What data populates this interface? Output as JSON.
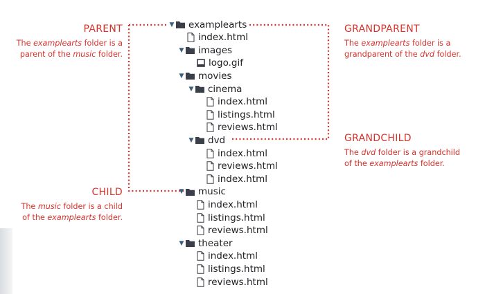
{
  "tree": [
    {
      "name": "examplearts",
      "type": "folder",
      "depth": 0
    },
    {
      "name": "index.html",
      "type": "file",
      "depth": 1
    },
    {
      "name": "images",
      "type": "folder",
      "depth": 1
    },
    {
      "name": "logo.gif",
      "type": "image",
      "depth": 2
    },
    {
      "name": "movies",
      "type": "folder",
      "depth": 1
    },
    {
      "name": "cinema",
      "type": "folder",
      "depth": 2
    },
    {
      "name": "index.html",
      "type": "file",
      "depth": 3
    },
    {
      "name": "listings.html",
      "type": "file",
      "depth": 3
    },
    {
      "name": "reviews.html",
      "type": "file",
      "depth": 3
    },
    {
      "name": "dvd",
      "type": "folder",
      "depth": 2
    },
    {
      "name": "index.html",
      "type": "file",
      "depth": 3
    },
    {
      "name": "reviews.html",
      "type": "file",
      "depth": 3
    },
    {
      "name": "index.html",
      "type": "file",
      "depth": 3
    },
    {
      "name": "music",
      "type": "folder",
      "depth": 1
    },
    {
      "name": "index.html",
      "type": "file",
      "depth": 2
    },
    {
      "name": "listings.html",
      "type": "file",
      "depth": 2
    },
    {
      "name": "reviews.html",
      "type": "file",
      "depth": 2
    },
    {
      "name": "theater",
      "type": "folder",
      "depth": 1
    },
    {
      "name": "index.html",
      "type": "file",
      "depth": 2
    },
    {
      "name": "listings.html",
      "type": "file",
      "depth": 2
    },
    {
      "name": "reviews.html",
      "type": "file",
      "depth": 2
    }
  ],
  "labels": {
    "parent": {
      "heading": "PARENT",
      "desc_parts": [
        [
          "The ",
          false
        ],
        [
          "examplearts",
          true
        ],
        [
          " folder is a",
          false
        ],
        [
          "\n",
          false
        ],
        [
          "parent of the ",
          false
        ],
        [
          "music",
          true
        ],
        [
          " folder.",
          false
        ]
      ]
    },
    "grandparent": {
      "heading": "GRANDPARENT",
      "desc_parts": [
        [
          "The ",
          false
        ],
        [
          "examplearts",
          true
        ],
        [
          " folder is a",
          false
        ],
        [
          "\n",
          false
        ],
        [
          "grandparent of the ",
          false
        ],
        [
          "dvd",
          true
        ],
        [
          " folder.",
          false
        ]
      ]
    },
    "grandchild": {
      "heading": "GRANDCHILD",
      "desc_parts": [
        [
          "The ",
          false
        ],
        [
          "dvd",
          true
        ],
        [
          " folder is a grandchild",
          false
        ],
        [
          "\n",
          false
        ],
        [
          "of the ",
          false
        ],
        [
          "examplearts",
          true
        ],
        [
          " folder.",
          false
        ]
      ]
    },
    "child": {
      "heading": "CHILD",
      "desc_parts": [
        [
          "The ",
          false
        ],
        [
          "music",
          true
        ],
        [
          " folder is a child",
          false
        ],
        [
          "\n",
          false
        ],
        [
          "of the ",
          false
        ],
        [
          "examplearts",
          true
        ],
        [
          " folder.",
          false
        ]
      ]
    }
  },
  "colors": {
    "accent": "#d7322c",
    "text": "#1f1f24",
    "arrow": "#3d5f7c",
    "folder": "#3a3f4a"
  }
}
